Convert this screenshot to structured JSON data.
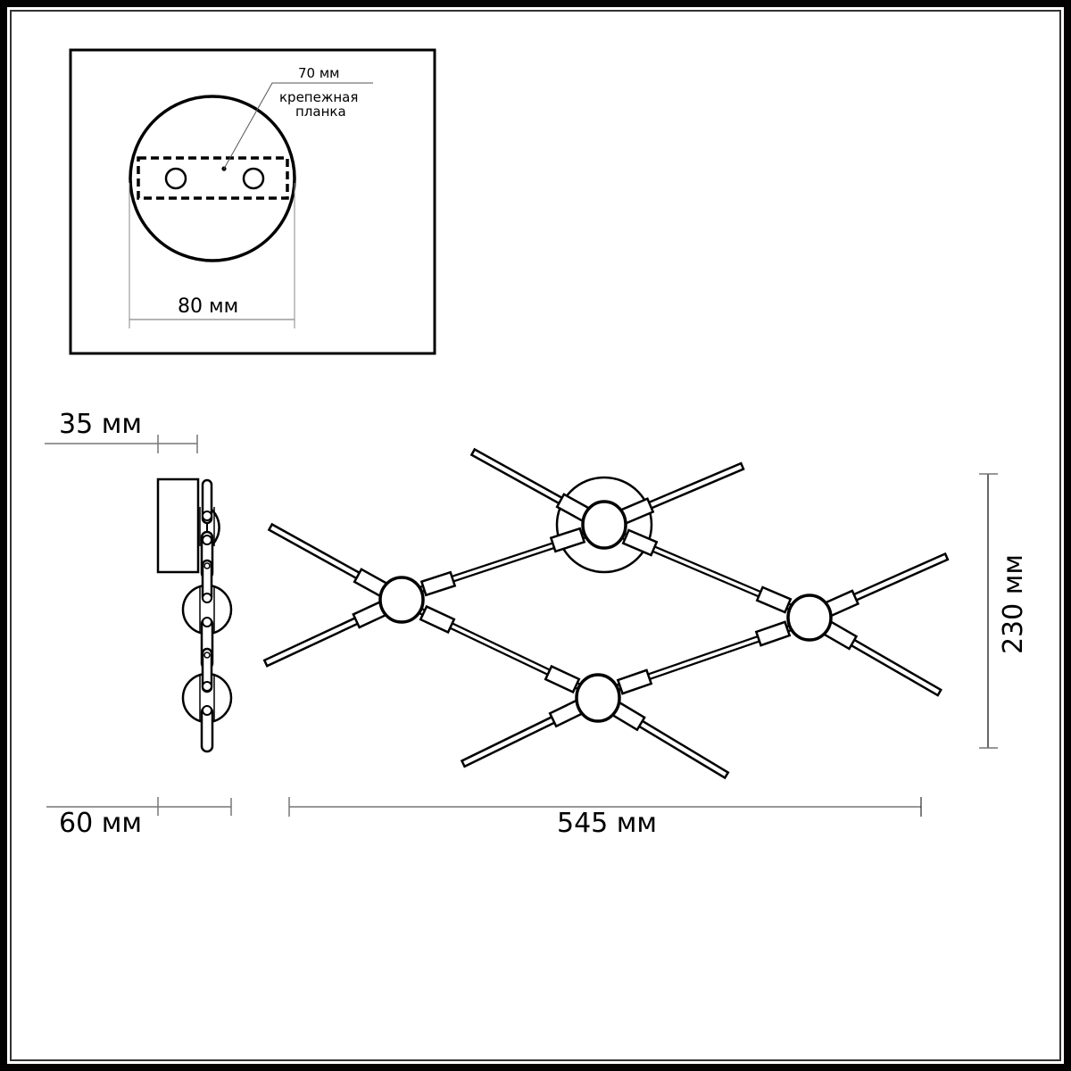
{
  "mount_detail": {
    "plate_label": "70 мм",
    "bracket_label_line1": "крепежная",
    "bracket_label_line2": "планка",
    "diameter_label": "80 мм"
  },
  "side_view": {
    "depth_base_label": "35 мм",
    "depth_total_label": "60 мм"
  },
  "front_view": {
    "width_label": "545 мм",
    "height_label": "230 мм",
    "hub_count": 4
  },
  "colors": {
    "line": "#000000",
    "dimension_line": "#707070",
    "background": "#ffffff"
  }
}
